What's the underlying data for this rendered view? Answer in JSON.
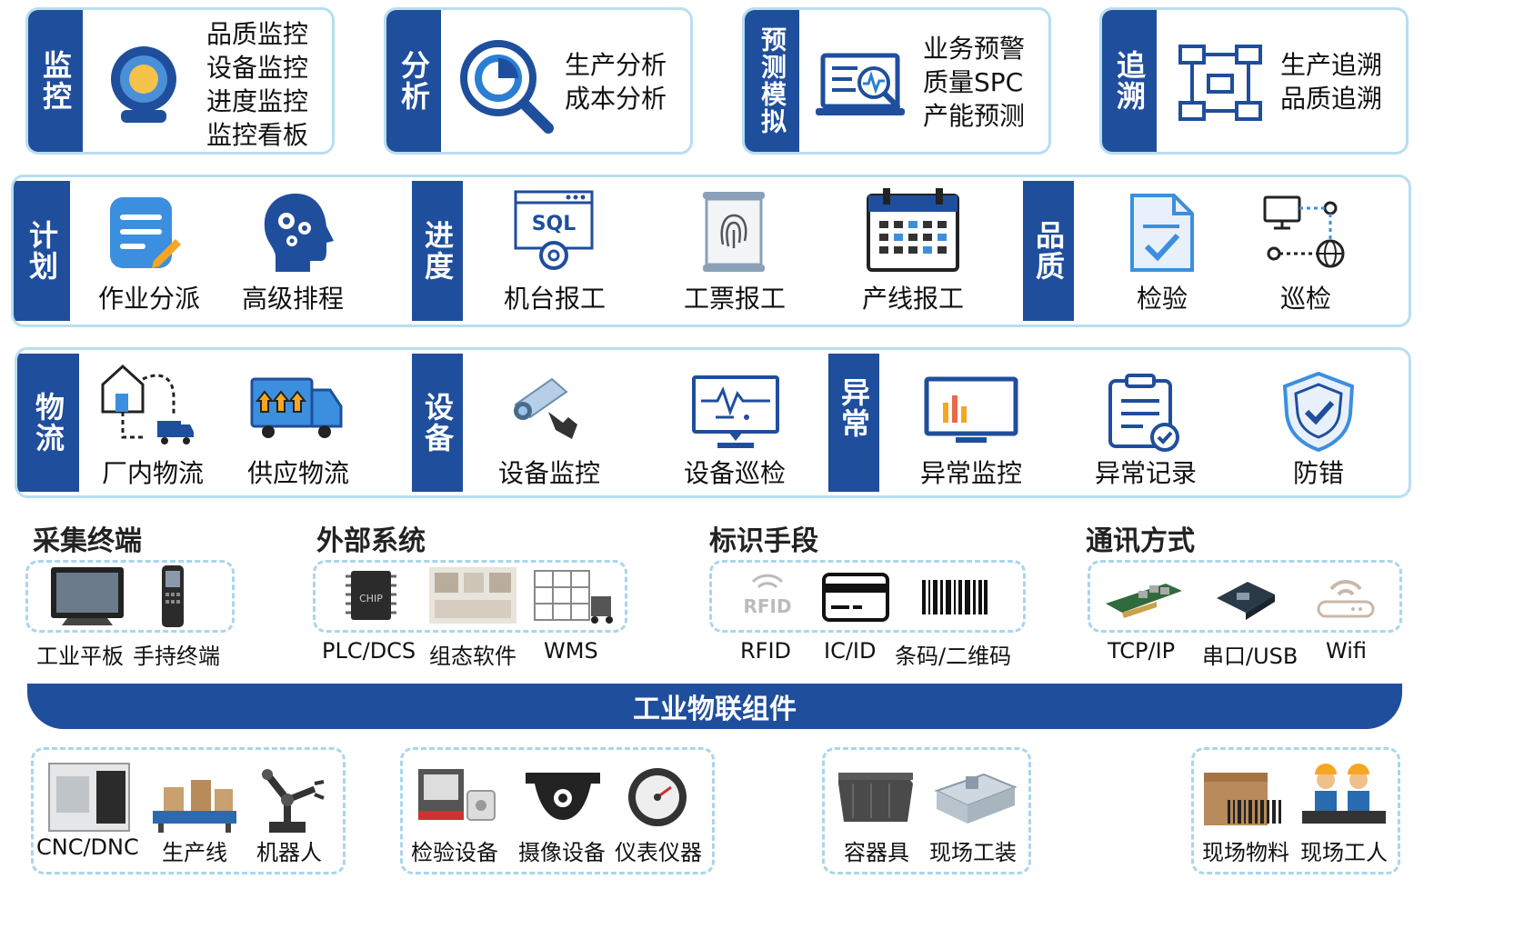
{
  "top_cards": [
    {
      "label": "监控",
      "lines": [
        "品质监控",
        "设备监控",
        "进度监控",
        "监控看板"
      ],
      "icon": "webcam-icon"
    },
    {
      "label": "分析",
      "lines": [
        "生产分析",
        "成本分析"
      ],
      "icon": "magnifier-chart-icon"
    },
    {
      "label": "预测模拟",
      "lines": [
        "业务预警",
        "质量SPC",
        "产能预测"
      ],
      "icon": "laptop-waveform-icon"
    },
    {
      "label": "追溯",
      "lines": [
        "生产追溯",
        "品质追溯"
      ],
      "icon": "network-computers-icon"
    }
  ],
  "row2": {
    "groups": [
      {
        "label": "计划",
        "items": [
          {
            "label": "作业分派",
            "icon": "task-edit-icon"
          },
          {
            "label": "高级排程",
            "icon": "head-gears-icon"
          }
        ]
      },
      {
        "label": "进度",
        "items": [
          {
            "label": "机台报工",
            "icon": "sql-gear-icon"
          },
          {
            "label": "工票报工",
            "icon": "fingerprint-scroll-icon"
          },
          {
            "label": "产线报工",
            "icon": "calendar-icon"
          }
        ]
      },
      {
        "label": "品质",
        "items": [
          {
            "label": "检验",
            "icon": "checked-document-icon"
          },
          {
            "label": "巡检",
            "icon": "monitor-globe-icon"
          }
        ]
      }
    ]
  },
  "row3": {
    "groups": [
      {
        "label": "物流",
        "items": [
          {
            "label": "厂内物流",
            "icon": "warehouse-route-icon"
          },
          {
            "label": "供应物流",
            "icon": "delivery-truck-icon"
          }
        ]
      },
      {
        "label": "设备",
        "items": [
          {
            "label": "设备监控",
            "icon": "security-camera-icon"
          },
          {
            "label": "设备巡检",
            "icon": "monitor-pulse-icon"
          }
        ]
      },
      {
        "label": "异常",
        "items": [
          {
            "label": "异常监控",
            "icon": "monitor-chart-icon"
          },
          {
            "label": "异常记录",
            "icon": "clipboard-check-icon"
          },
          {
            "label": "防错",
            "icon": "shield-check-icon"
          }
        ]
      }
    ]
  },
  "sections": [
    {
      "title": "采集终端",
      "captions": [
        "工业平板",
        "手持终端"
      ]
    },
    {
      "title": "外部系统",
      "captions": [
        "PLC/DCS",
        "组态软件",
        "WMS"
      ]
    },
    {
      "title": "标识手段",
      "captions": [
        "RFID",
        "IC/ID",
        "条码/二维码"
      ]
    },
    {
      "title": "通讯方式",
      "captions": [
        "TCP/IP",
        "串口/USB",
        "Wifi"
      ]
    }
  ],
  "rfid_text": "RFID",
  "chip_text": "CHIP",
  "sql_text": "SQL",
  "bar_label": "工业物联组件",
  "bottom_groups": [
    {
      "captions": [
        "CNC/DNC",
        "生产线",
        "机器人"
      ]
    },
    {
      "captions": [
        "检验设备",
        "摄像设备",
        "仪表仪器"
      ]
    },
    {
      "captions": [
        "容器具",
        "现场工装"
      ]
    },
    {
      "captions": [
        "现场物料",
        "现场工人"
      ]
    }
  ],
  "colors": {
    "navy": "#1f4e9c",
    "light_border": "#b7dff0",
    "dashed_border": "#a9d6ec",
    "accent_orange": "#f5a623"
  }
}
